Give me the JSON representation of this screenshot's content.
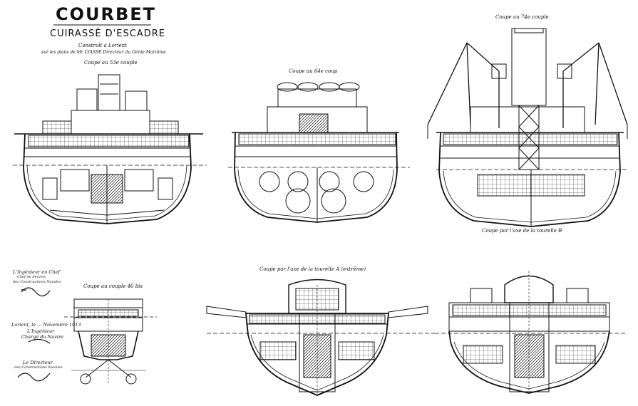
{
  "header": {
    "title": "COURBET",
    "subtitle": "CUIRASSÉ D'ESCADRE",
    "built": "Construit à Lorient",
    "plans": "sur les plans de Mr LYASSE Directeur du Génie Maritime"
  },
  "sections": {
    "s1": "Coupe au 53e couple",
    "s2": "Coupe au 64e coup",
    "s3": "Coupe au 74e couple",
    "s4": "Coupe par l'axe de la tourelle B",
    "s5": "Coupe au couple 46 bis",
    "s6": "Coupe par l'axe de la tourelle A (extrême)"
  },
  "footer": {
    "engineer_title": "L'Ingénieur en Chef",
    "engineer_sub": "Chef de Service",
    "engineer_sub2": "des Constructions Navales",
    "date": "Lorient, le ... Novembre 1913",
    "engineer2": "L'Ingénieur",
    "engineer2_sub": "Chargé du Navire",
    "director": "Le Directeur",
    "director_sub": "des Constructions Navales"
  },
  "colors": {
    "ink": "#111111",
    "paper": "#ffffff"
  }
}
